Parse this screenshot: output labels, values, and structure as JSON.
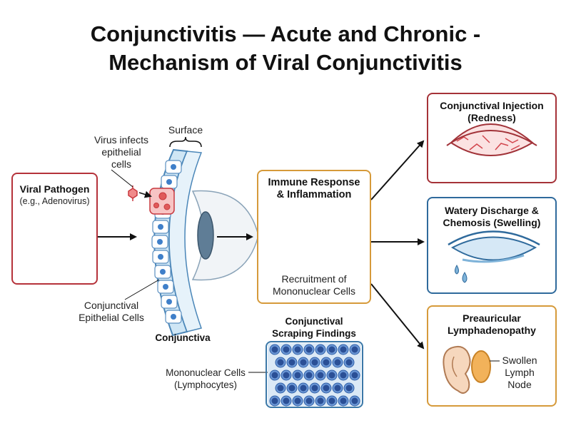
{
  "title": {
    "line1": "Conjunctivitis — Acute and Chronic -",
    "line2": "Mechanism of Viral Conjunctivitis"
  },
  "pathogen": {
    "title": "Viral Pathogen",
    "subtitle": "(e.g., Adenovirus)"
  },
  "conjunctiva": {
    "surface_label": "Surface",
    "virus_infects": [
      "Virus infects",
      "epithelial",
      "cells"
    ],
    "epithelial_label": [
      "Conjunctival",
      "Epithelial Cells"
    ],
    "name": "Conjunctiva"
  },
  "immune": {
    "title": [
      "Immune Response",
      "& Inflammation"
    ],
    "caption": [
      "Recruitment of",
      "Mononuclear Cells"
    ]
  },
  "scraping": {
    "title": [
      "Conjunctival",
      "Scraping Findings"
    ],
    "cell_label": [
      "Mononuclear Cells",
      "(Lymphocytes)"
    ]
  },
  "outcomes": {
    "injection": [
      "Conjunctival Injection",
      "(Redness)"
    ],
    "discharge": [
      "Watery Discharge &",
      "Chemosis (Swelling)"
    ],
    "lymph": {
      "title": [
        "Preauricular",
        "Lymphadenopathy"
      ],
      "node_label": [
        "Swollen",
        "Lymph",
        "Node"
      ]
    }
  },
  "colors": {
    "red_border": "#b5323a",
    "orange_border": "#d69a3a",
    "blue_border": "#3b78a8",
    "virus": "#e05a5a",
    "tissue": "#cfe6f5",
    "cell_nucleus": "#3f7fc9"
  }
}
